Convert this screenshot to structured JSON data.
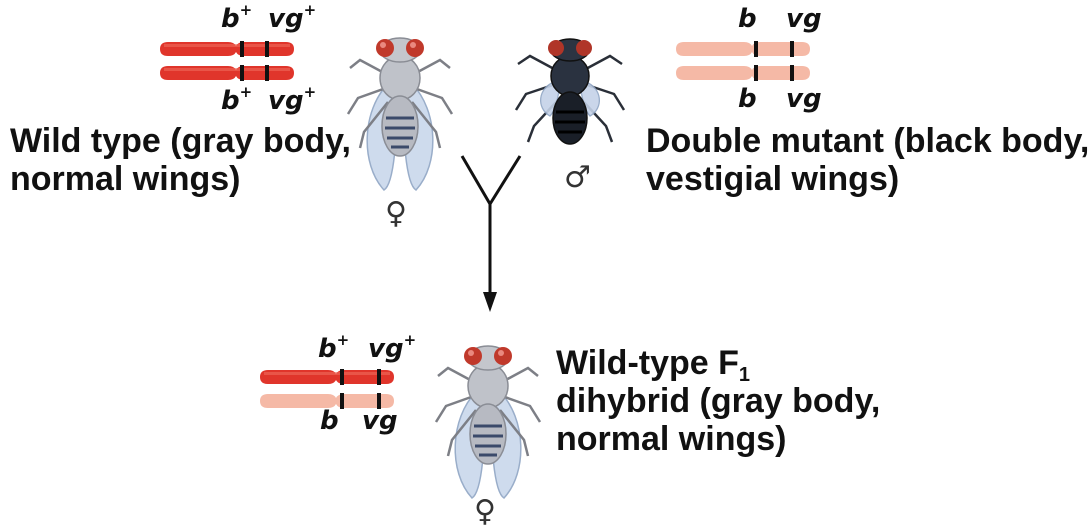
{
  "parents": {
    "female": {
      "allele_b_top": "b",
      "allele_b_top_sup": "+",
      "allele_vg_top": "vg",
      "allele_vg_top_sup": "+",
      "allele_b_bottom": "b",
      "allele_b_bottom_sup": "+",
      "allele_vg_bottom": "vg",
      "allele_vg_bottom_sup": "+",
      "description_line1": "Wild type (gray body,",
      "description_line2": "normal wings)",
      "sex_symbol": "♀"
    },
    "male": {
      "allele_b_top": "b",
      "allele_vg_top": "vg",
      "allele_b_bottom": "b",
      "allele_vg_bottom": "vg",
      "description_line1": "Double mutant (black body,",
      "description_line2": "vestigial wings)",
      "sex_symbol": "♂"
    }
  },
  "offspring": {
    "allele_b_top": "b",
    "allele_b_top_sup": "+",
    "allele_vg_top": "vg",
    "allele_vg_top_sup": "+",
    "allele_b_bottom": "b",
    "allele_vg_bottom": "vg",
    "description_line1": "Wild-type F",
    "description_line1_sub": "1",
    "description_line2": "dihybrid (gray body,",
    "description_line3": "normal wings)",
    "sex_symbol": "♀"
  },
  "colors": {
    "dominant_chromosome": "#e0352b",
    "recessive_chromosome": "#f5b9a6",
    "gray_body": "#b9bcc3",
    "black_body": "#1e2530",
    "eye": "#c0392b",
    "arrow": "#111111"
  }
}
